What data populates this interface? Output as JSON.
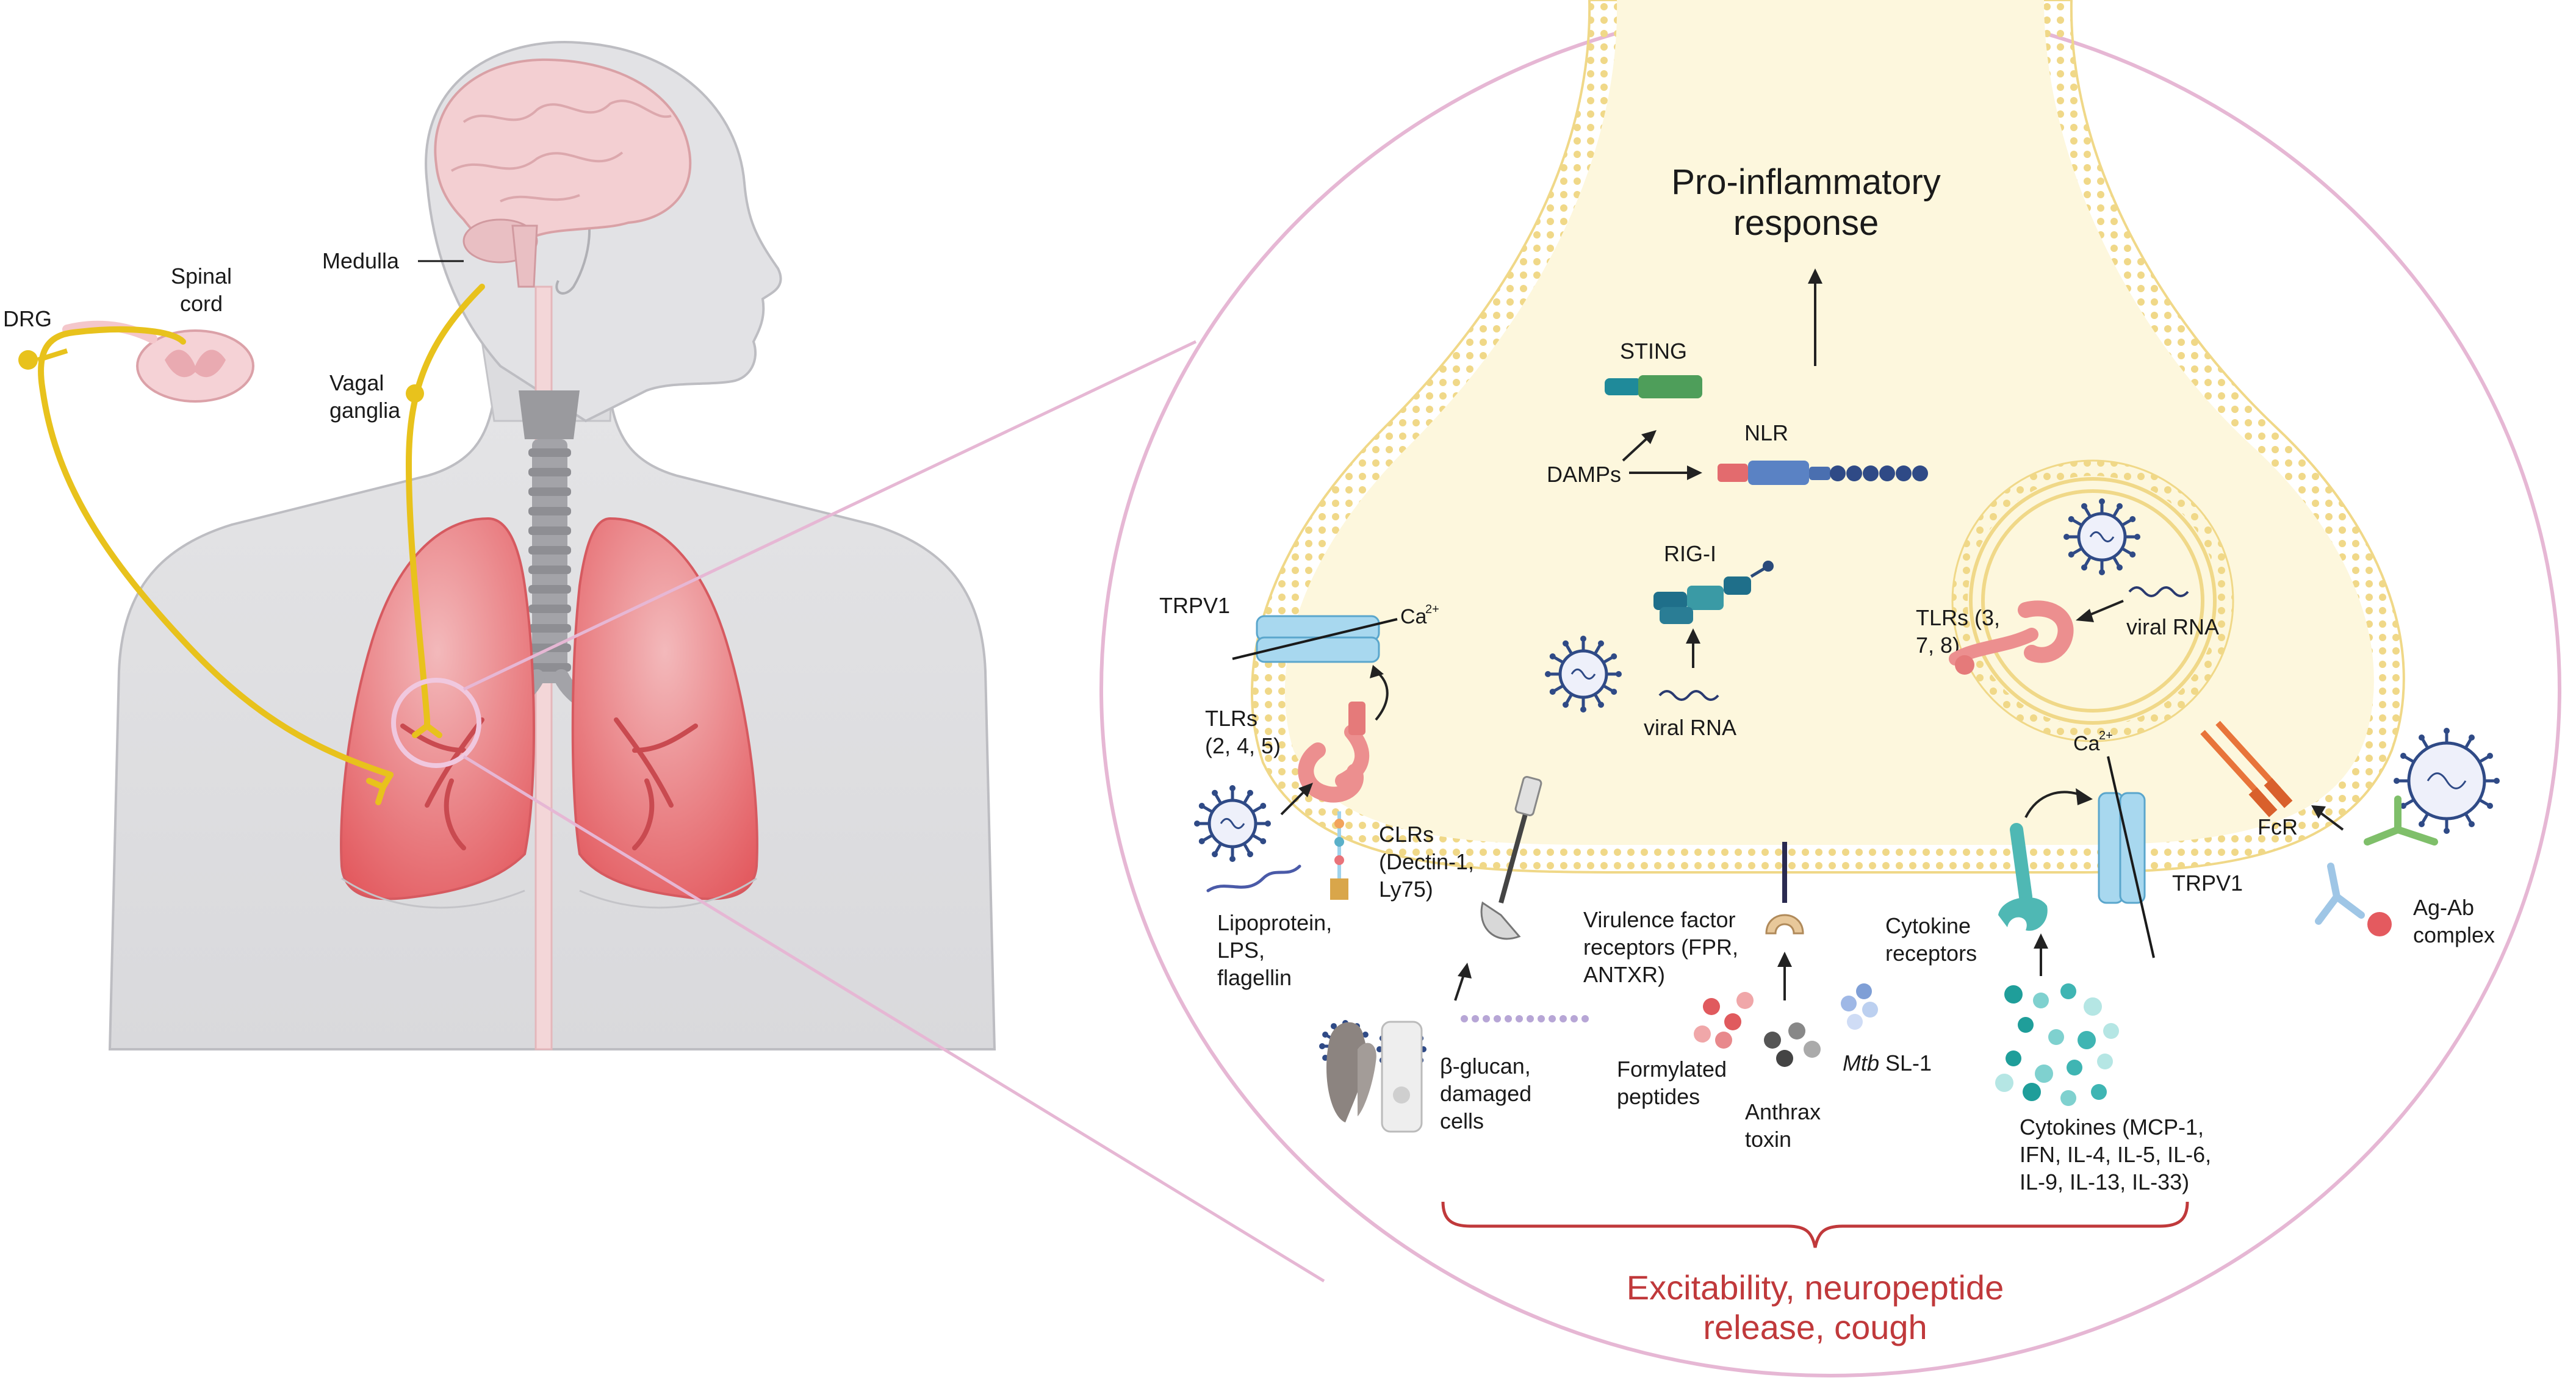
{
  "body_panel": {
    "drg": "DRG",
    "spinal_cord": [
      "Spinal",
      "cord"
    ],
    "medulla": "Medulla",
    "vagal_ganglia": [
      "Vagal",
      "ganglia"
    ]
  },
  "terminal": {
    "pro_inflammatory": [
      "Pro-inflammatory",
      "response"
    ],
    "sting": "STING",
    "nlr": "NLR",
    "damps": "DAMPs",
    "rig_i": "RIG-I",
    "viral_rna_center": "viral RNA",
    "viral_rna_endosome": "viral RNA",
    "tlrs_endosome": [
      "TLRs (3,",
      "7, 8)"
    ],
    "trpv1_left": "TRPV1",
    "ca_left": "Ca",
    "ca_right": "Ca",
    "ca_superscript": "2+",
    "tlrs_surface": [
      "TLRs",
      "(2, 4, 5)"
    ],
    "lipoprotein": [
      "Lipoprotein,",
      "LPS,",
      "flagellin"
    ],
    "clrs": [
      "CLRs",
      "(Dectin-1,",
      "Ly75)"
    ],
    "beta_glucan": [
      "β-glucan,",
      "damaged",
      "cells"
    ],
    "virulence": [
      "Virulence factor",
      "receptors (FPR,",
      "ANTXR)"
    ],
    "formylated": [
      "Formylated",
      "peptides"
    ],
    "anthrax": [
      "Anthrax",
      "toxin"
    ],
    "mtb_italic": "Mtb",
    "mtb_rest": " SL-1",
    "cytokine_receptors": [
      "Cytokine",
      "receptors"
    ],
    "trpv1_right": "TRPV1",
    "cytokines": [
      "Cytokines (MCP-1,",
      "IFN, IL-4, IL-5, IL-6,",
      "IL-9, IL-13, IL-33)"
    ],
    "fcr": "FcR",
    "ag_ab": [
      "Ag-Ab",
      "complex"
    ],
    "outcome": [
      "Excitability, neuropeptide",
      "release, cough"
    ]
  },
  "colors": {
    "nerve": "#e8c21c",
    "membrane": "#f2dc8c",
    "cytoplasm": "#fdf7dd",
    "lung": "#e8676a",
    "circle_outline": "#e6b7d4",
    "outcome_text": "#c0393b",
    "trpv1": "#9fd3ec",
    "tlr": "#ec8f8f",
    "sting": "#3f9a55",
    "nlr": "#4a6fb0",
    "rig_i": "#1f6f8a",
    "virus": "#2f4a86",
    "cytokine": "#3fb5b3"
  }
}
